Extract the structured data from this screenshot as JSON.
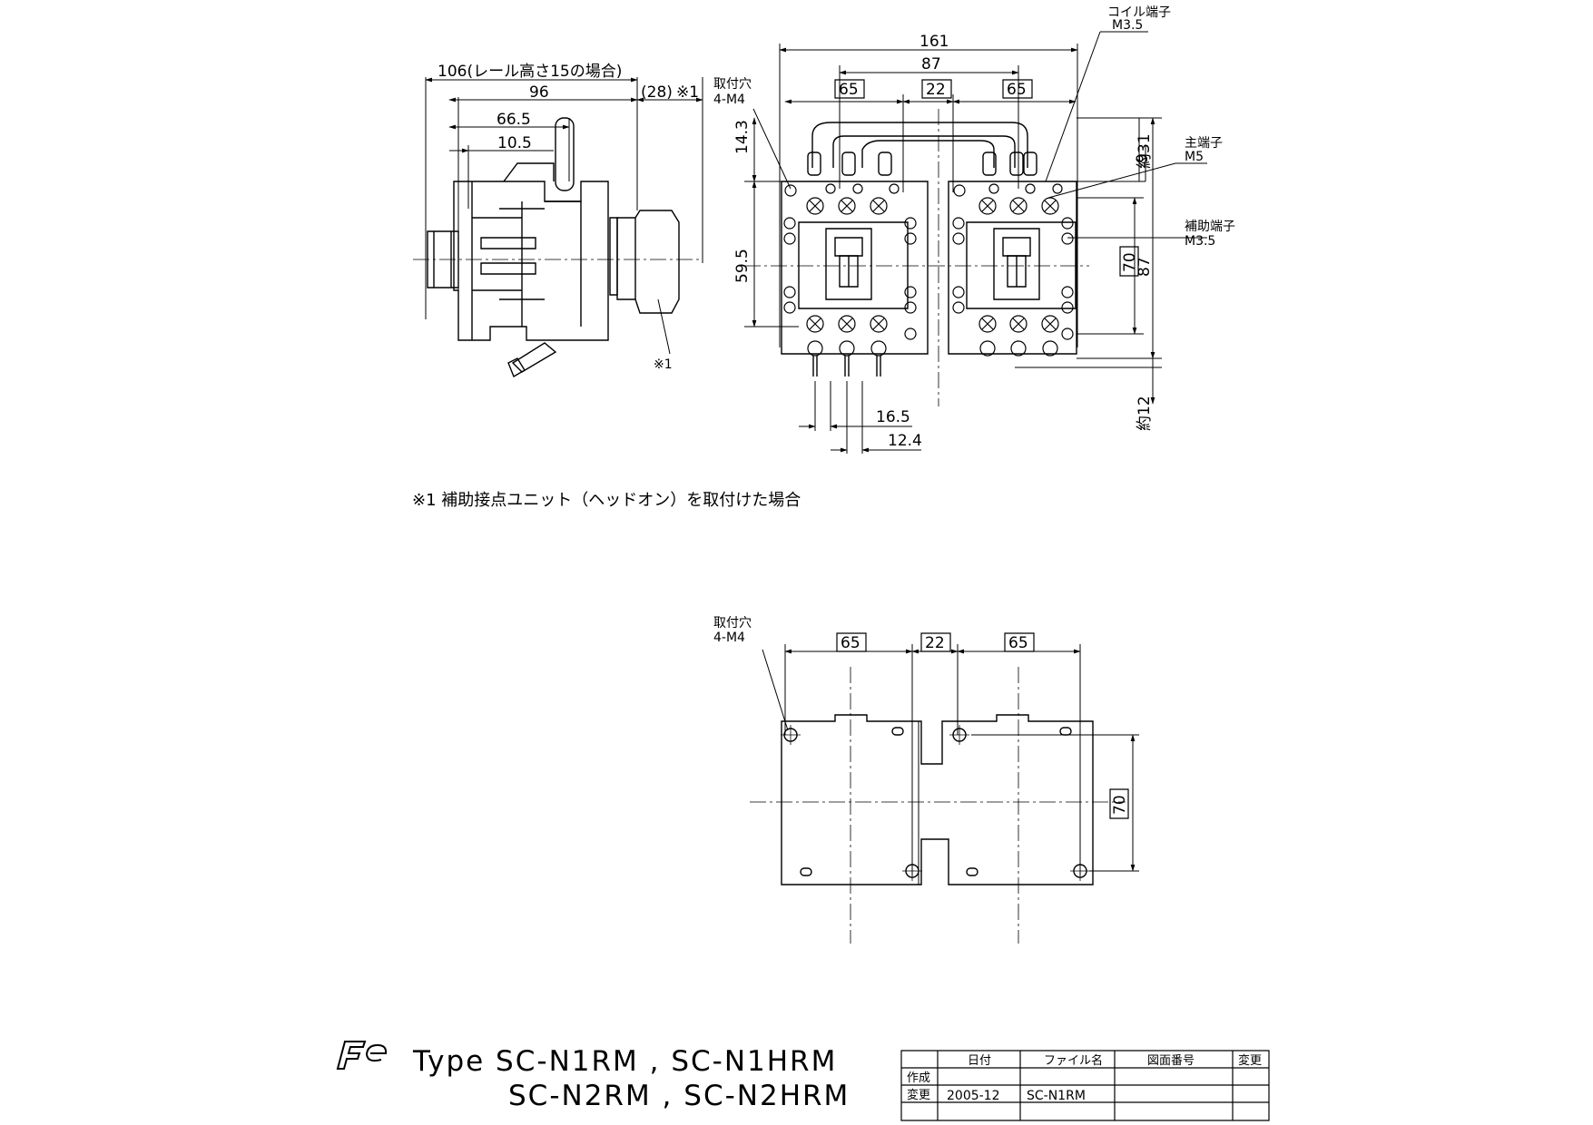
{
  "dimensions": {
    "side_106": "106(レール高さ15の場合)",
    "side_96": "96",
    "side_28": "(28)",
    "side_note_ref": "※1",
    "side_66_5": "66.5",
    "side_10_5": "10.5",
    "side_14_3": "14.3",
    "side_59_5": "59.5",
    "front_161": "161",
    "front_87": "87",
    "front_65_left": "65",
    "front_22": "22",
    "front_65_right": "65",
    "front_16_5": "16.5",
    "front_12_4": "12.4",
    "front_9": "9",
    "front_about31": "約31",
    "front_70": "70",
    "front_87_v": "87",
    "front_about12": "約12",
    "plate_65_left": "65",
    "plate_22": "22",
    "plate_65_right": "65",
    "plate_70": "70"
  },
  "callouts": {
    "mounting_hole": "取付穴",
    "mounting_hole_size": "4-M4",
    "coil_terminal": "コイル端子",
    "coil_terminal_size": "M3.5",
    "main_terminal": "主端子",
    "main_terminal_size": "M5",
    "aux_terminal": "補助端子",
    "aux_terminal_size": "M3.5",
    "plate_mounting_hole": "取付穴",
    "plate_mounting_hole_size": "4-M4",
    "side_marker": "※1"
  },
  "footnote": "※1  補助接点ユニット（ヘッドオン）を取付けた場合",
  "title": {
    "logo": "Fe",
    "line1": "Type  SC-N1RM , SC-N1HRM",
    "line2": "SC-N2RM , SC-N2HRM"
  },
  "title_block": {
    "headers": [
      "日付",
      "ファイル名",
      "図面番号",
      "変更"
    ],
    "rows": [
      {
        "label": "作成",
        "date": "",
        "file": "",
        "drawing_no": "",
        "change": ""
      },
      {
        "label": "変更",
        "date": "2005-12",
        "file": "SC-N1RM",
        "drawing_no": "",
        "change": ""
      }
    ]
  }
}
